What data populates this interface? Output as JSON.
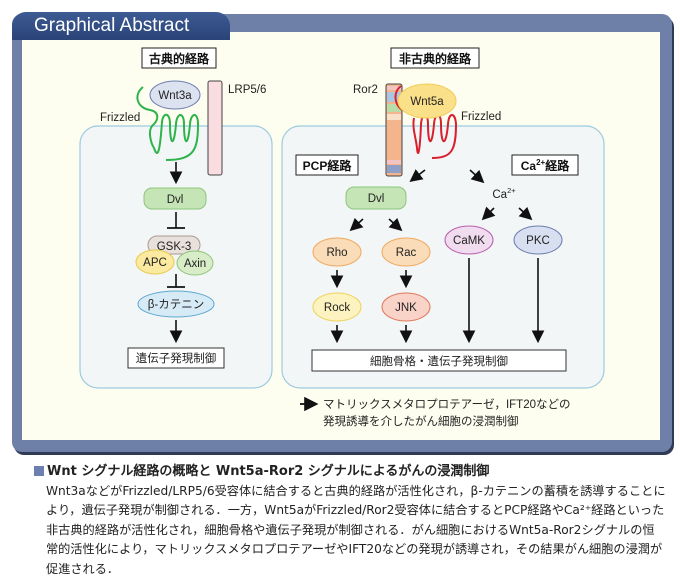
{
  "header": {
    "title": "Graphical Abstract"
  },
  "canonical": {
    "title": "古典的経路",
    "ligand": "Wnt3a",
    "coreceptor": "LRP5/6",
    "receptor": "Frizzled",
    "nodes": [
      "Dvl",
      "GSK-3",
      "APC",
      "Axin",
      "β-カテニン"
    ],
    "output": "遺伝子発現制御"
  },
  "noncanonical": {
    "title": "非古典的経路",
    "coreceptor": "Ror2",
    "ligand": "Wnt5a",
    "receptor": "Frizzled",
    "pcp": {
      "title": "PCP経路",
      "dvl": "Dvl",
      "branches": [
        {
          "upstream": "Rho",
          "downstream": "Rock"
        },
        {
          "upstream": "Rac",
          "downstream": "JNK"
        }
      ]
    },
    "ca": {
      "title_main": "Ca",
      "title_sup": "2+",
      "title_suffix": "経路",
      "ion": "Ca",
      "ion_sup": "2+",
      "nodes": [
        "CaMK",
        "PKC"
      ]
    },
    "output": "細胞骨格・遺伝子発現制御",
    "note_line1": "マトリックスメタロプロテアーゼ，IFT20などの",
    "note_line2": "発現誘導を介したがん細胞の浸潤制御"
  },
  "caption": {
    "heading": "Wnt シグナル経路の概略と Wnt5a-Ror2 シグナルによるがんの浸潤制御",
    "body": "Wnt3aなどがFrizzled/LRP5/6受容体に結合すると古典的経路が活性化され，β-カテニンの蓄積を誘導することにより，遺伝子発現が制御される．一方，Wnt5aがFrizzled/Ror2受容体に結合するとPCP経路やCa²⁺経路といった非古典的経路が活性化され，細胞骨格や遺伝子発現が制御される．がん細胞におけるWnt5a-Ror2シグナルの恒常的活性化により，マトリックスメタロプロテアーゼやIFT20などの発現が誘導され，その結果がん細胞の浸潤が促進される．"
  },
  "colors": {
    "frame": "#6e7fa8",
    "panel_bg": "#fefef0",
    "cell_bg": "#f3f6f6",
    "cell_border": "#9ccbe0",
    "frizzled_canonical": "#2db34a",
    "frizzled_noncanonical": "#d9202e"
  }
}
